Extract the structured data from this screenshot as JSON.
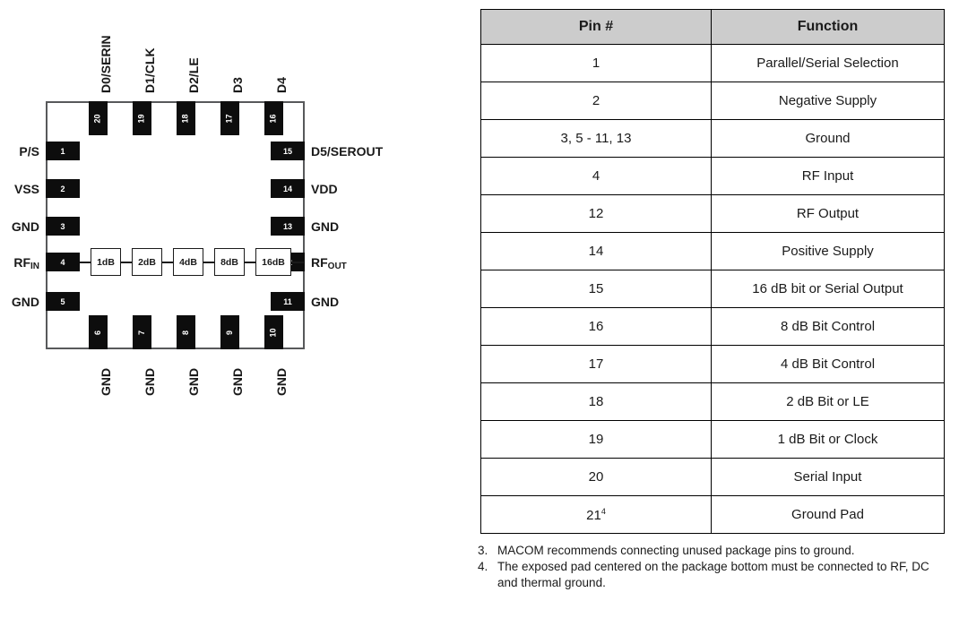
{
  "diagram": {
    "name": "package-pinout-diagram",
    "left_pins": [
      {
        "num": "1",
        "label": "P/S",
        "sub": ""
      },
      {
        "num": "2",
        "label": "VSS",
        "sub": ""
      },
      {
        "num": "3",
        "label": "GND",
        "sub": ""
      },
      {
        "num": "4",
        "label": "RF",
        "sub": "IN"
      },
      {
        "num": "5",
        "label": "GND",
        "sub": ""
      }
    ],
    "right_pins": [
      {
        "num": "15",
        "label": "D5/SEROUT",
        "sub": ""
      },
      {
        "num": "14",
        "label": "VDD",
        "sub": ""
      },
      {
        "num": "13",
        "label": "GND",
        "sub": ""
      },
      {
        "num": "12",
        "label": "RF",
        "sub": "OUT"
      },
      {
        "num": "11",
        "label": "GND",
        "sub": ""
      }
    ],
    "top_pins": [
      {
        "num": "20",
        "label": "D0/SERIN"
      },
      {
        "num": "19",
        "label": "D1/CLK"
      },
      {
        "num": "18",
        "label": "D2/LE"
      },
      {
        "num": "17",
        "label": "D3"
      },
      {
        "num": "16",
        "label": "D4"
      }
    ],
    "bottom_pins": [
      {
        "num": "6",
        "label": "GND"
      },
      {
        "num": "7",
        "label": "GND"
      },
      {
        "num": "8",
        "label": "GND"
      },
      {
        "num": "9",
        "label": "GND"
      },
      {
        "num": "10",
        "label": "GND"
      }
    ],
    "attenuator_blocks": [
      "1dB",
      "2dB",
      "4dB",
      "8dB",
      "16dB"
    ]
  },
  "table": {
    "headers": [
      "Pin #",
      "Function"
    ],
    "rows": [
      {
        "pin": "1",
        "func": "Parallel/Serial Selection"
      },
      {
        "pin": "2",
        "func": "Negative Supply"
      },
      {
        "pin": "3, 5 - 11, 13",
        "func": "Ground"
      },
      {
        "pin": "4",
        "func": "RF Input"
      },
      {
        "pin": "12",
        "func": "RF Output"
      },
      {
        "pin": "14",
        "func": "Positive Supply"
      },
      {
        "pin": "15",
        "func": "16 dB bit or Serial Output"
      },
      {
        "pin": "16",
        "func": "8 dB Bit Control"
      },
      {
        "pin": "17",
        "func": "4 dB Bit Control"
      },
      {
        "pin": "18",
        "func": "2 dB Bit or LE"
      },
      {
        "pin": "19",
        "func": "1 dB Bit or Clock"
      },
      {
        "pin": "20",
        "func": "Serial Input"
      },
      {
        "pin": "21",
        "pin_sup": "4",
        "func": "Ground Pad"
      }
    ]
  },
  "footnotes": [
    {
      "num": "3.",
      "text": "MACOM recommends connecting unused package pins to ground."
    },
    {
      "num": "4.",
      "text": "The exposed pad centered on the package bottom must be connected to RF, DC and thermal ground."
    }
  ],
  "colors": {
    "pad_fill": "#0d0d0d",
    "pad_text": "#ffffff",
    "package_outline": "#58595b",
    "table_header_bg": "#cccccc",
    "table_border": "#000000",
    "text": "#1a1a1a"
  }
}
